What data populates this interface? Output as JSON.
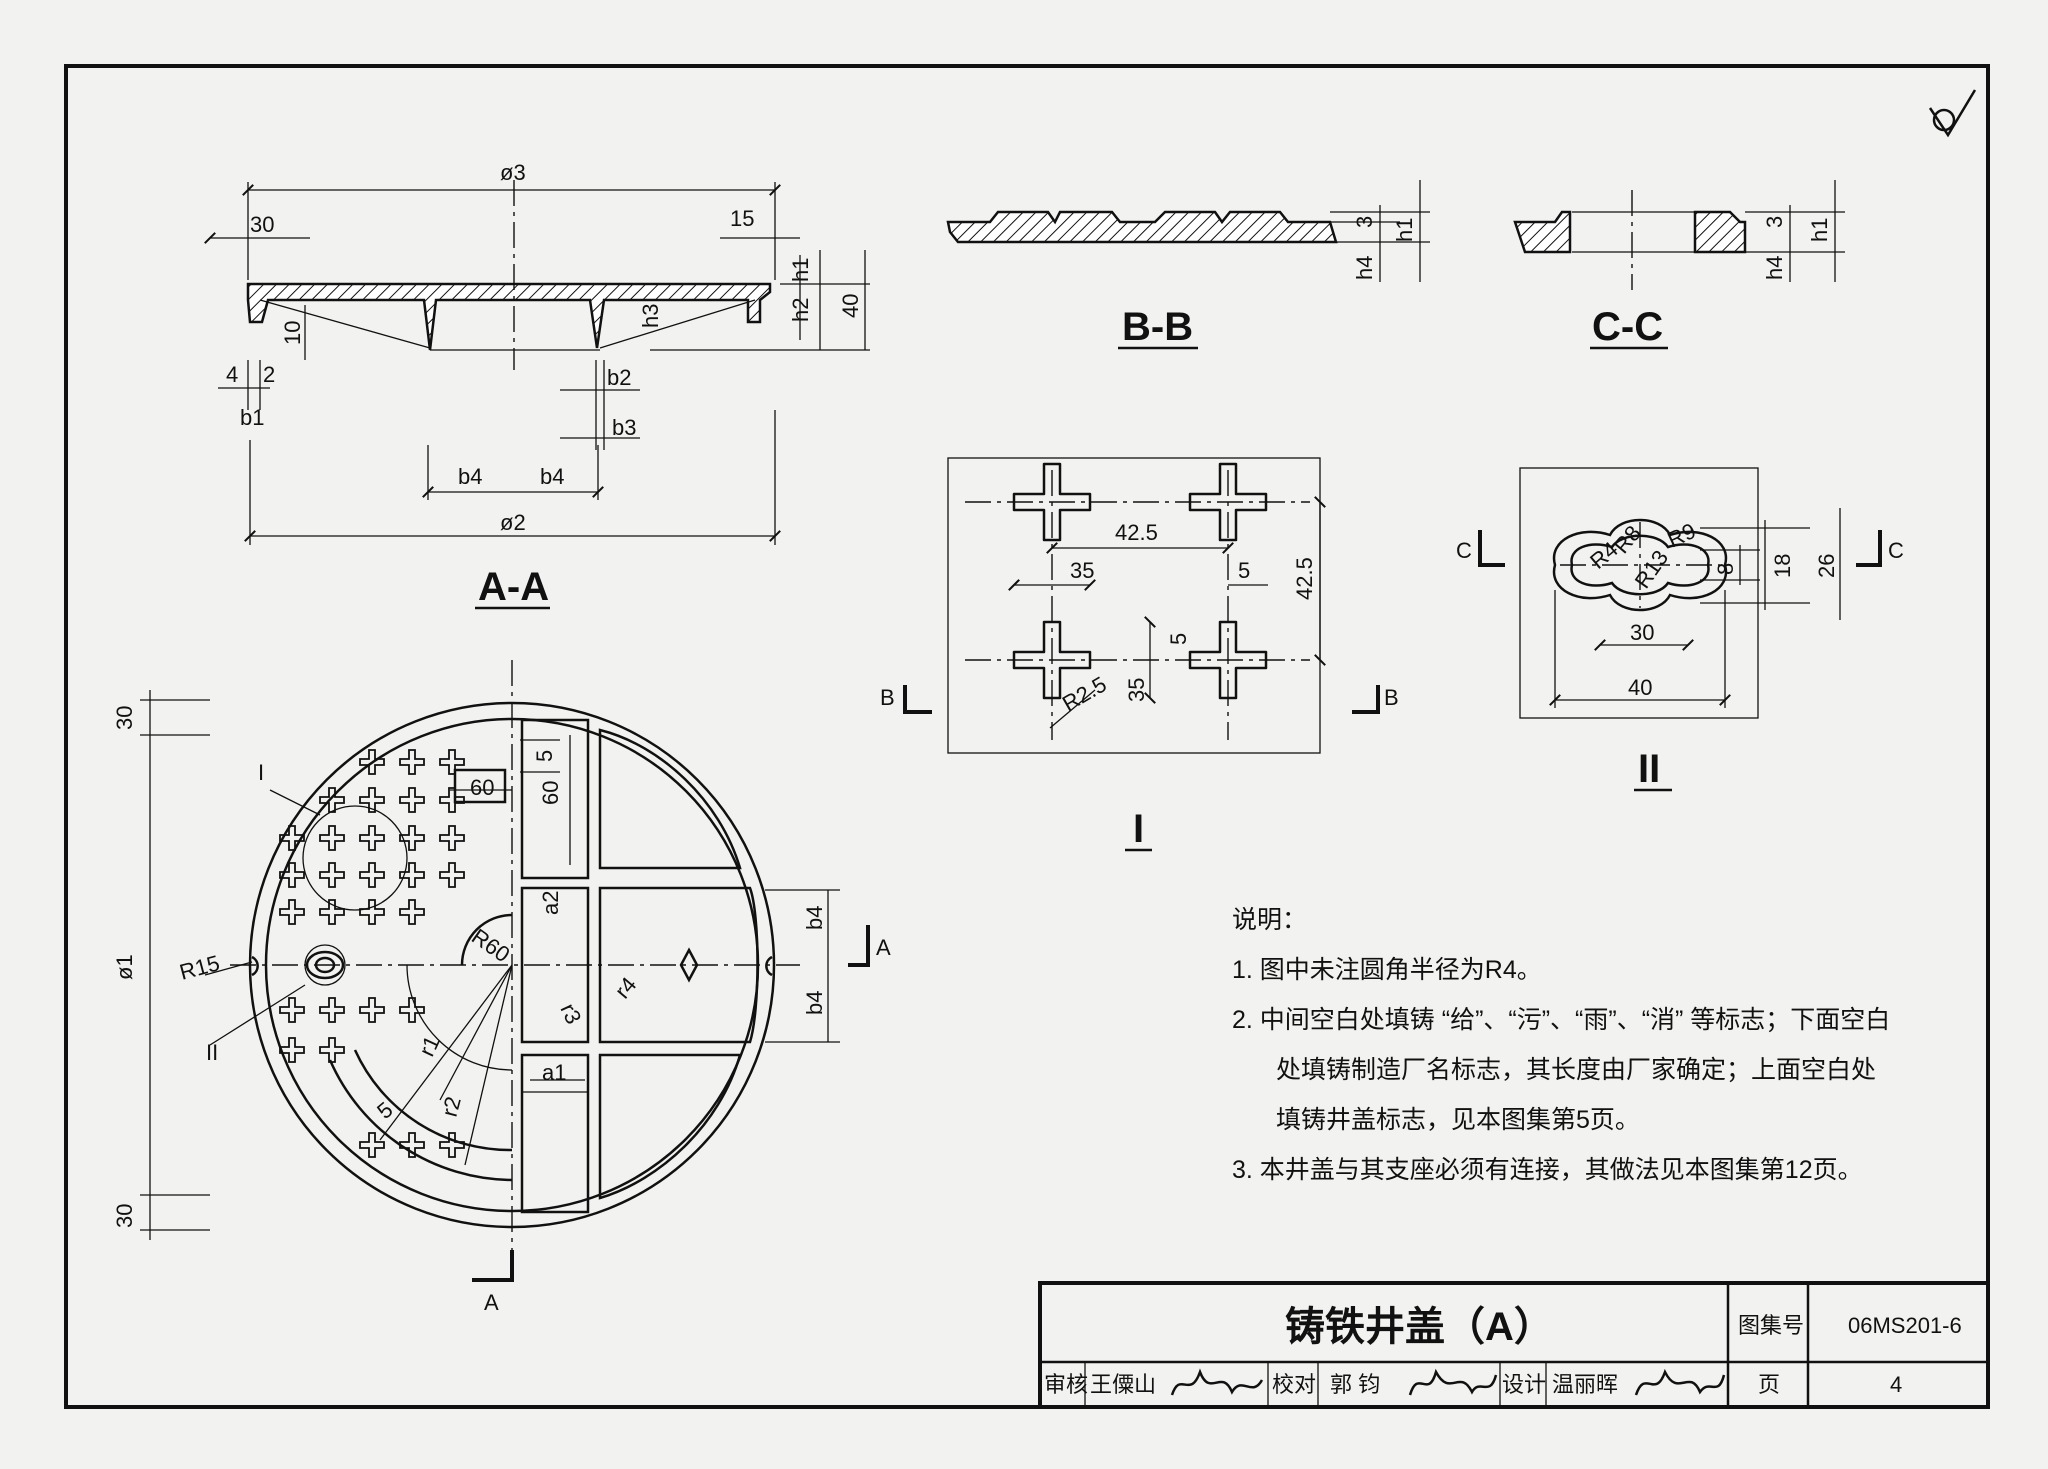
{
  "title_block": {
    "drawing_title": "铸铁井盖（A）",
    "atlas_no_label": "图集号",
    "atlas_no": "06MS201-6",
    "page_label": "页",
    "page_no": "4",
    "review_label": "审核",
    "reviewer": "王僳山",
    "check_label": "校对",
    "checker": "郭 钧",
    "design_label": "设计",
    "designer": "温丽晖"
  },
  "sections": {
    "aa": "A-A",
    "bb": "B-B",
    "cc": "C-C",
    "detail_1": "I",
    "detail_2": "II"
  },
  "cut_marks": {
    "a": "A",
    "b": "B",
    "c": "C"
  },
  "dims_aa": {
    "phi3": "ø3",
    "phi2": "ø2",
    "d30": "30",
    "d15": "15",
    "h1": "h1",
    "h2": "h2",
    "h3": "h3",
    "d40": "40",
    "d10": "10",
    "d4": "4",
    "d2": "2",
    "b1": "b1",
    "b2": "b2",
    "b3": "b3",
    "b4": "b4"
  },
  "dims_bb": {
    "d3": "3",
    "h1": "h1",
    "h4": "h4"
  },
  "dims_cc": {
    "d3": "3",
    "h1": "h1",
    "h4": "h4"
  },
  "dims_detail_1": {
    "d42_5": "42.5",
    "d42_5v": "42.5",
    "d35": "35",
    "d5": "5",
    "d5v": "5",
    "d35v": "35",
    "r2_5": "R2.5"
  },
  "dims_detail_2": {
    "r4": "R4",
    "r8": "R8",
    "r9": "R9",
    "r13": "R13",
    "d8": "8",
    "d18": "18",
    "d26": "26",
    "d30": "30",
    "d40": "40"
  },
  "dims_plan": {
    "d30_top": "30",
    "d30_bot": "30",
    "phi1": "ø1",
    "r15": "R15",
    "r60": "R60",
    "d5": "5",
    "d60": "60",
    "d60h": "60",
    "a2": "a2",
    "a1": "a1",
    "b4_top": "b4",
    "b4_bot": "b4",
    "r1": "r1",
    "r2": "r2",
    "r3": "r3",
    "r4": "r4",
    "d5b": "5",
    "lbl_1": "I",
    "lbl_2": "II"
  },
  "notes": {
    "heading": "说明：",
    "items": [
      "1.  图中未注圆角半径为R4。",
      "2.  中间空白处填铸 “给”、“污”、“雨”、“消” 等标志；下面空白",
      "处填铸制造厂名标志，其长度由厂家确定；上面空白处",
      "填铸井盖标志，见本图集第5页。",
      "3.  本井盖与其支座必须有连接，其做法见本图集第12页。"
    ]
  }
}
